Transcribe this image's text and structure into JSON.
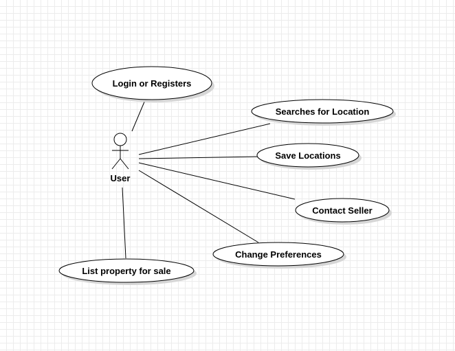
{
  "actor": {
    "name": "User"
  },
  "use_cases": [
    {
      "id": "login",
      "label": "Login or Registers"
    },
    {
      "id": "search",
      "label": "Searches for Location"
    },
    {
      "id": "save",
      "label": "Save Locations"
    },
    {
      "id": "contact",
      "label": "Contact Seller"
    },
    {
      "id": "prefs",
      "label": "Change Preferences"
    },
    {
      "id": "list",
      "label": "List property for sale"
    }
  ]
}
